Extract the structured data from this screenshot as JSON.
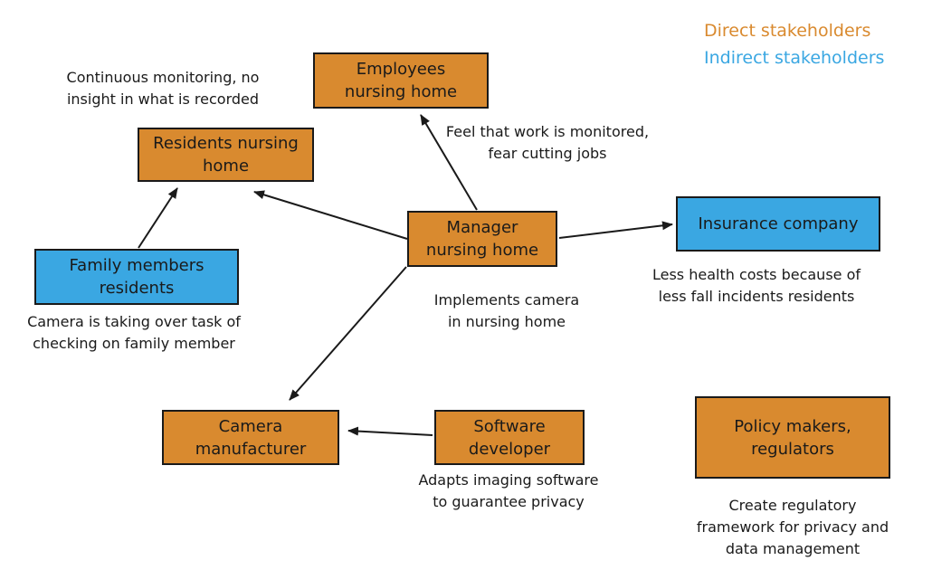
{
  "legend": {
    "direct": "Direct stakeholders",
    "indirect": "Indirect stakeholders",
    "direct_color": "#d98a2f",
    "indirect_color": "#3aa7e2"
  },
  "nodes": {
    "employees": "Employees\nnursing home",
    "residents": "Residents nursing\nhome",
    "manager": "Manager\nnursing home",
    "insurance": "Insurance company",
    "family": "Family members\nresidents",
    "camera": "Camera\nmanufacturer",
    "software": "Software\ndeveloper",
    "policy": "Policy makers,\nregulators"
  },
  "notes": {
    "residents": "Continuous monitoring, no\ninsight in what is recorded",
    "employees": "Feel that work is monitored,\nfear cutting jobs",
    "insurance": "Less health costs because of\nless fall incidents residents",
    "manager": "Implements camera\nin nursing home",
    "family": "Camera is taking over task of\nchecking on family member",
    "software": "Adapts imaging software\nto guarantee privacy",
    "policy": "Create regulatory\nframework for privacy and\ndata management"
  }
}
